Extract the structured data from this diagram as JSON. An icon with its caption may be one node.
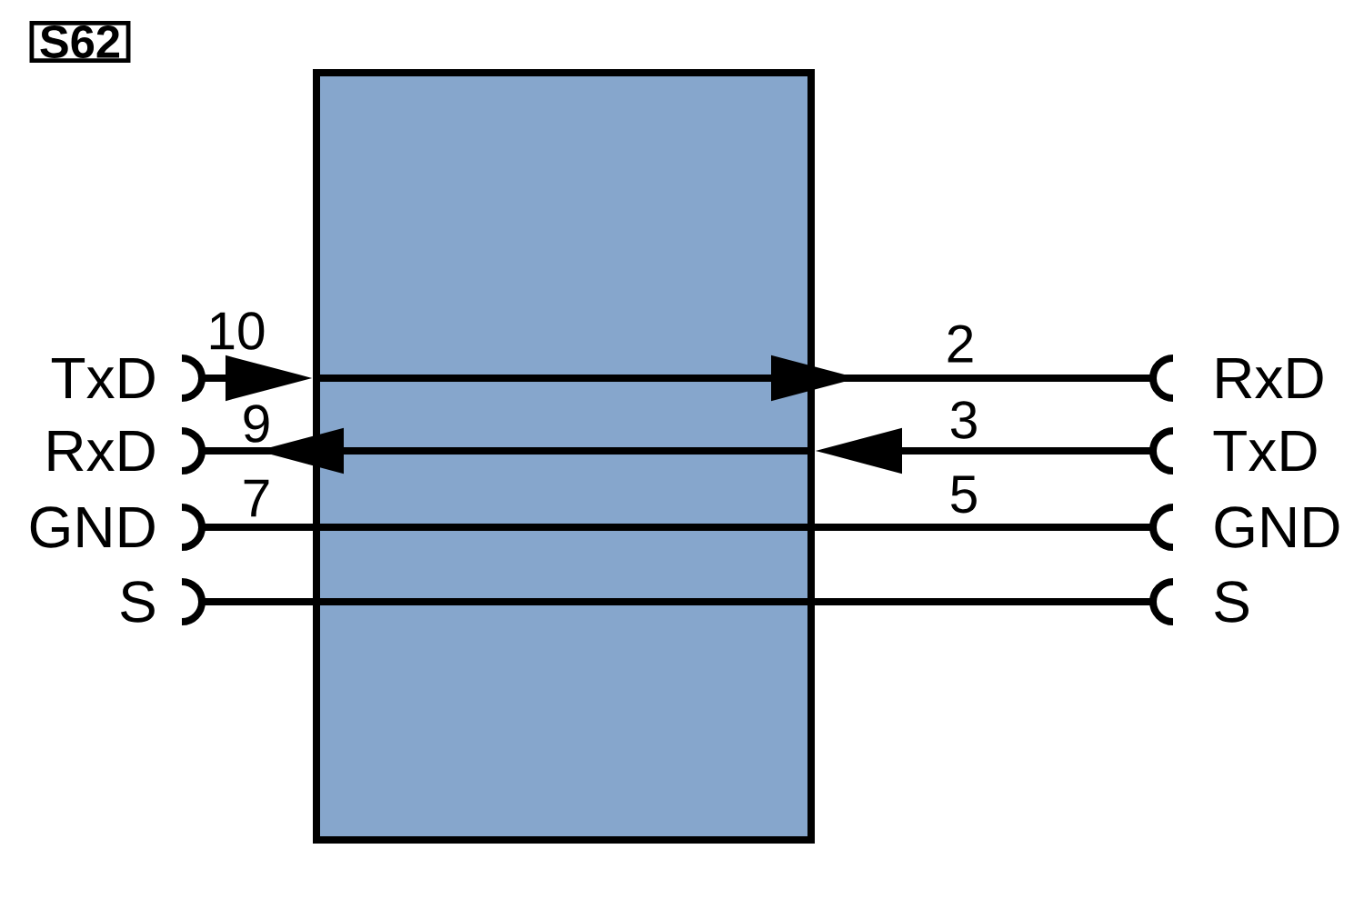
{
  "diagram": {
    "nodes": [
      {
        "text": [
          "S62"
        ]
      },
      {
        "text": [],
        "shape": "box"
      },
      {
        "text": [
          "TxD"
        ]
      },
      {
        "text": [
          "RxD"
        ]
      },
      {
        "text": [
          "GND"
        ]
      },
      {
        "text": [
          "S"
        ]
      },
      {
        "text": [
          "RxD"
        ]
      },
      {
        "text": [
          "TxD"
        ]
      },
      {
        "text": [
          "GND"
        ]
      },
      {
        "text": [
          "S"
        ]
      }
    ],
    "edges": [
      {
        "from": 2,
        "to": 1,
        "arrow": "to",
        "label": "10"
      },
      {
        "from": 1,
        "to": 6,
        "arrow": "to",
        "label": "2"
      },
      {
        "from": 1,
        "to": 3,
        "arrow": "to",
        "label": "9"
      },
      {
        "from": 7,
        "to": 1,
        "arrow": "to",
        "label": "3"
      },
      {
        "from": 4,
        "to": 1,
        "arrow": "none",
        "label": "7"
      },
      {
        "from": 1,
        "to": 8,
        "arrow": "none",
        "label": "5"
      },
      {
        "from": 5,
        "to": 1,
        "arrow": "none"
      },
      {
        "from": 1,
        "to": 9,
        "arrow": "none"
      }
    ]
  }
}
